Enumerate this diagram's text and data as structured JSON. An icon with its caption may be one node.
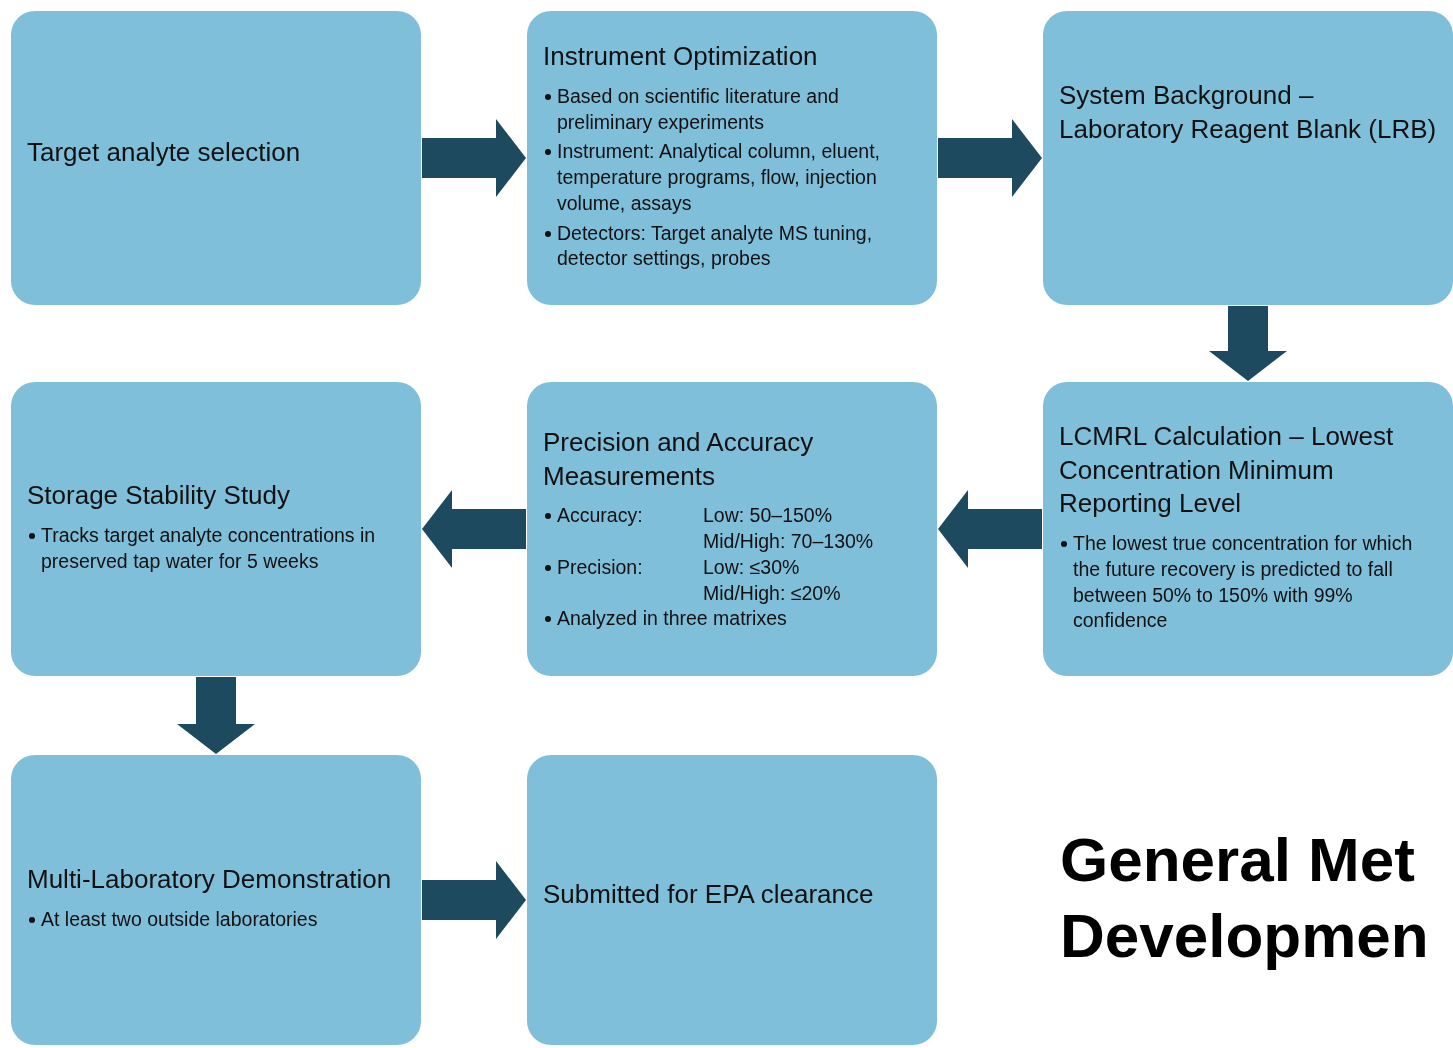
{
  "diagram": {
    "title": "General Met Developmen",
    "nodes": [
      {
        "text": [
          "Target analyte selection"
        ]
      },
      {
        "text": [
          "Instrument Optimization",
          "Based on scientific literature and preliminary experiments",
          "Instrument: Analytical column, eluent, temperature programs, flow, injection volume, assays",
          "Detectors: Target analyte MS tuning, detector settings, probes"
        ]
      },
      {
        "text": [
          "System Background – Laboratory Reagent Blank (LRB)"
        ]
      },
      {
        "text": [
          "LCMRL Calculation – Lowest Concentration Minimum Reporting Level",
          "The lowest true concentration for which the future recovery is predicted to fall between 50% to 150% with 99% confidence"
        ]
      },
      {
        "text": [
          "Precision and Accuracy Measurements",
          "Accuracy:",
          "Low: 50–150%",
          "Mid/High: 70–130%",
          "Precision:",
          "Low: ≤30%",
          "Mid/High: ≤20%",
          "Analyzed in three matrixes"
        ]
      },
      {
        "text": [
          "Storage Stability Study",
          "Tracks target analyte concentrations in preserved tap water for 5 weeks"
        ]
      },
      {
        "text": [
          "Multi-Laboratory Demonstration",
          "At least two outside laboratories"
        ]
      },
      {
        "text": [
          "Submitted for EPA clearance"
        ]
      }
    ],
    "edges": [
      {
        "from": 0,
        "to": 1,
        "arrow": "to"
      },
      {
        "from": 1,
        "to": 2,
        "arrow": "to"
      },
      {
        "from": 2,
        "to": 3,
        "arrow": "to"
      },
      {
        "from": 3,
        "to": 4,
        "arrow": "to"
      },
      {
        "from": 4,
        "to": 5,
        "arrow": "to"
      },
      {
        "from": 5,
        "to": 6,
        "arrow": "to"
      },
      {
        "from": 6,
        "to": 7,
        "arrow": "to"
      }
    ]
  }
}
